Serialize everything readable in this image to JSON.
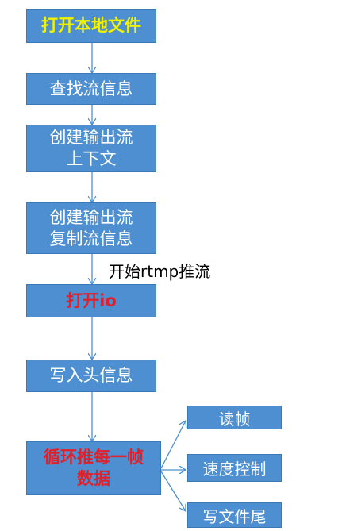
{
  "steps": [
    {
      "lines": [
        "打开本地文件"
      ],
      "style": "yellow"
    },
    {
      "lines": [
        "查找流信息"
      ],
      "style": "normal"
    },
    {
      "lines": [
        "创建输出流",
        "上下文"
      ],
      "style": "normal"
    },
    {
      "lines": [
        "创建输出流",
        "复制流信息"
      ],
      "style": "normal"
    },
    {
      "lines": [
        "打开io"
      ],
      "style": "red"
    },
    {
      "lines": [
        "写入头信息"
      ],
      "style": "normal"
    },
    {
      "lines": [
        "循环推每一帧",
        "数据"
      ],
      "style": "red"
    }
  ],
  "note": "开始rtmp推流",
  "loop_substeps": [
    "读帧",
    "速度控制",
    "写文件尾"
  ],
  "colors": {
    "box_fill": "#4d8fd0",
    "box_border": "#3a78b8",
    "arrow": "#4d8fd0",
    "highlight_yellow": "#f2f200",
    "highlight_red": "#e0202a"
  }
}
